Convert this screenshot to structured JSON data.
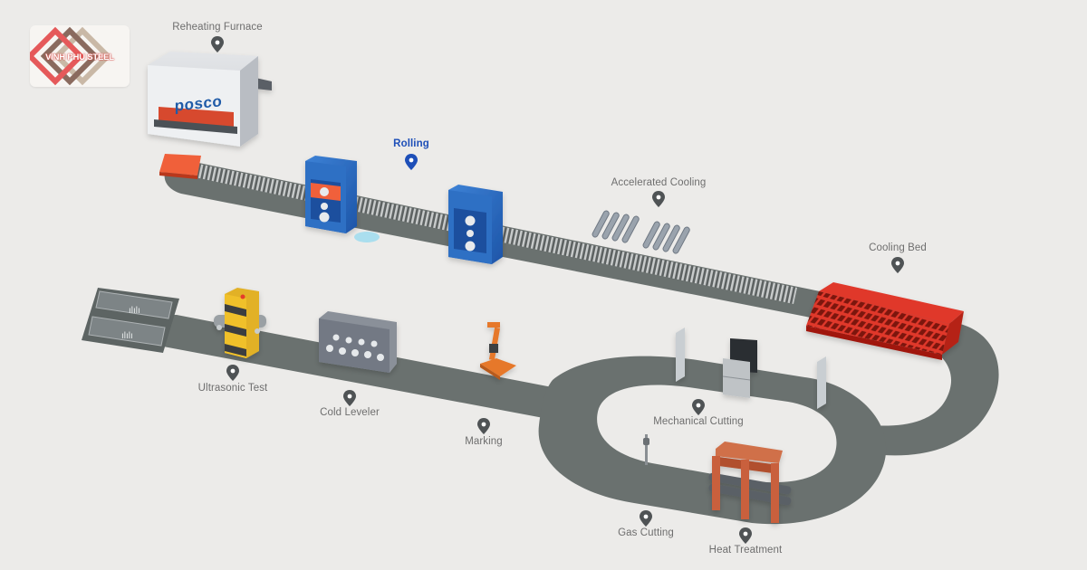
{
  "logo": {
    "text": "VINH PHU STEEL",
    "colors": {
      "red": "#e5595a",
      "brown": "#8a6a5e",
      "beige": "#c9b8a6"
    }
  },
  "furnace_brand": "posco",
  "colors": {
    "background": "#ecebe9",
    "track": "#6a716f",
    "rolling_mill": "#2f6fc4",
    "hot_slab": "#f0603a",
    "cooling_bed": "#c92a1f",
    "heat_treatment": "#c9603e",
    "marking_robot": "#e6782b",
    "active_label": "#1e4fb8",
    "label": "#6e6e6e"
  },
  "stations": [
    {
      "id": "reheating-furnace",
      "label": "Reheating Furnace",
      "active": false
    },
    {
      "id": "rolling",
      "label": "Rolling",
      "active": true
    },
    {
      "id": "accelerated-cooling",
      "label": "Accelerated Cooling",
      "active": false
    },
    {
      "id": "cooling-bed",
      "label": "Cooling Bed",
      "active": false
    },
    {
      "id": "ultrasonic-test",
      "label": "Ultrasonic Test",
      "active": false
    },
    {
      "id": "cold-leveler",
      "label": "Cold Leveler",
      "active": false
    },
    {
      "id": "marking",
      "label": "Marking",
      "active": false
    },
    {
      "id": "mechanical-cutting",
      "label": "Mechanical Cutting",
      "active": false
    },
    {
      "id": "gas-cutting",
      "label": "Gas Cutting",
      "active": false
    },
    {
      "id": "heat-treatment",
      "label": "Heat Treatment",
      "active": false
    }
  ]
}
